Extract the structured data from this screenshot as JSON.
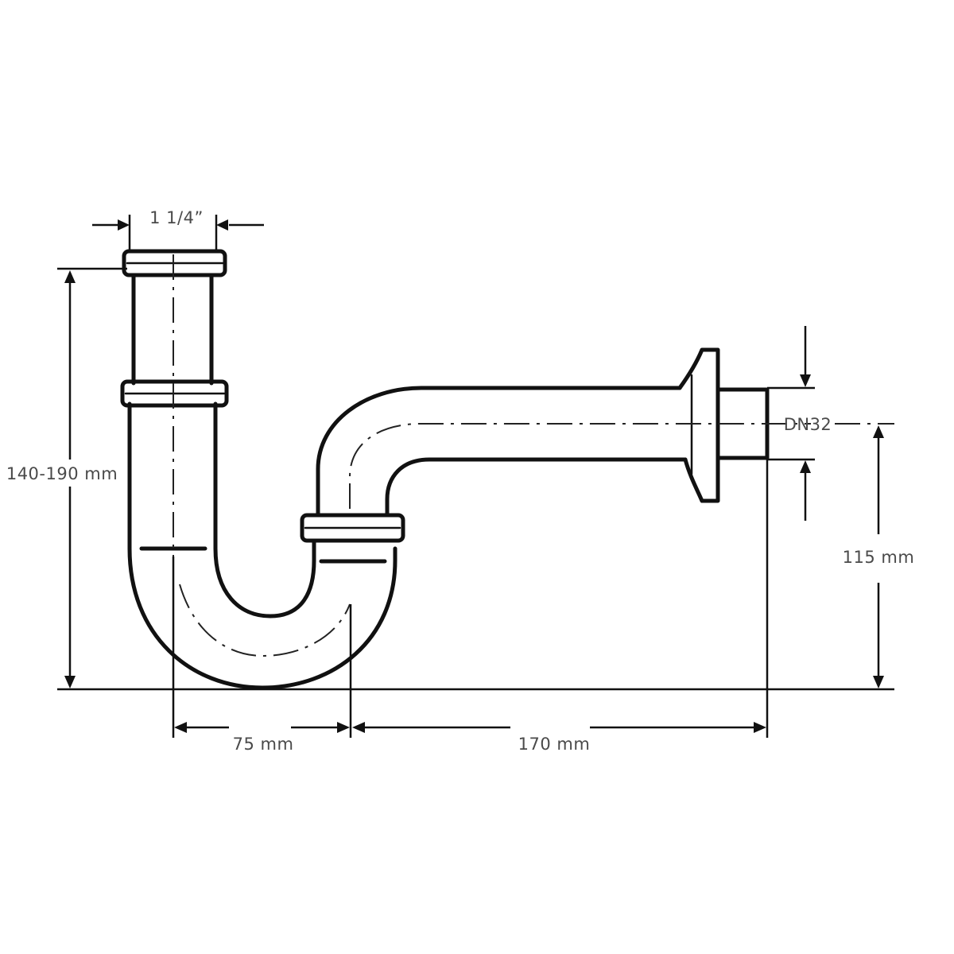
{
  "labels": {
    "inlet_diameter": "1 1/4”",
    "height_range": "140-190 mm",
    "trap_offset": "75 mm",
    "wall_distance": "170 mm",
    "outlet_height": "115 mm",
    "outlet_size": "DN32"
  },
  "colors": {
    "line": "#111111",
    "label": "#4a4a4a",
    "background": "#ffffff"
  }
}
